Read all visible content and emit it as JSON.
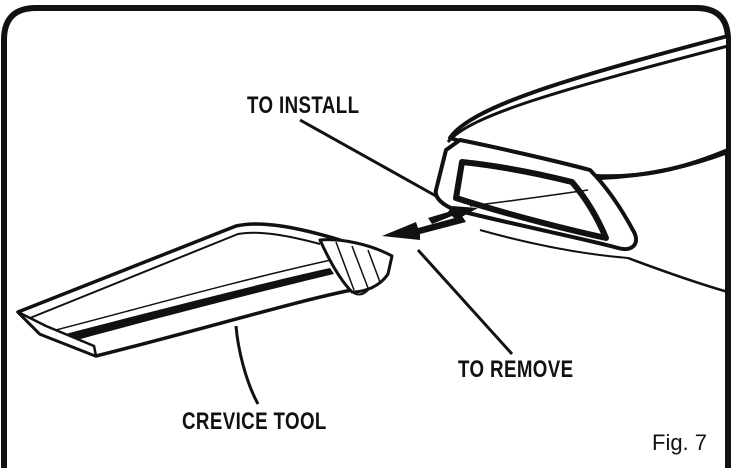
{
  "labels": {
    "to_install": "TO INSTALL",
    "to_remove": "TO REMOVE",
    "crevice_tool": "CREVICE TOOL",
    "figure_number": "Fig. 7"
  }
}
